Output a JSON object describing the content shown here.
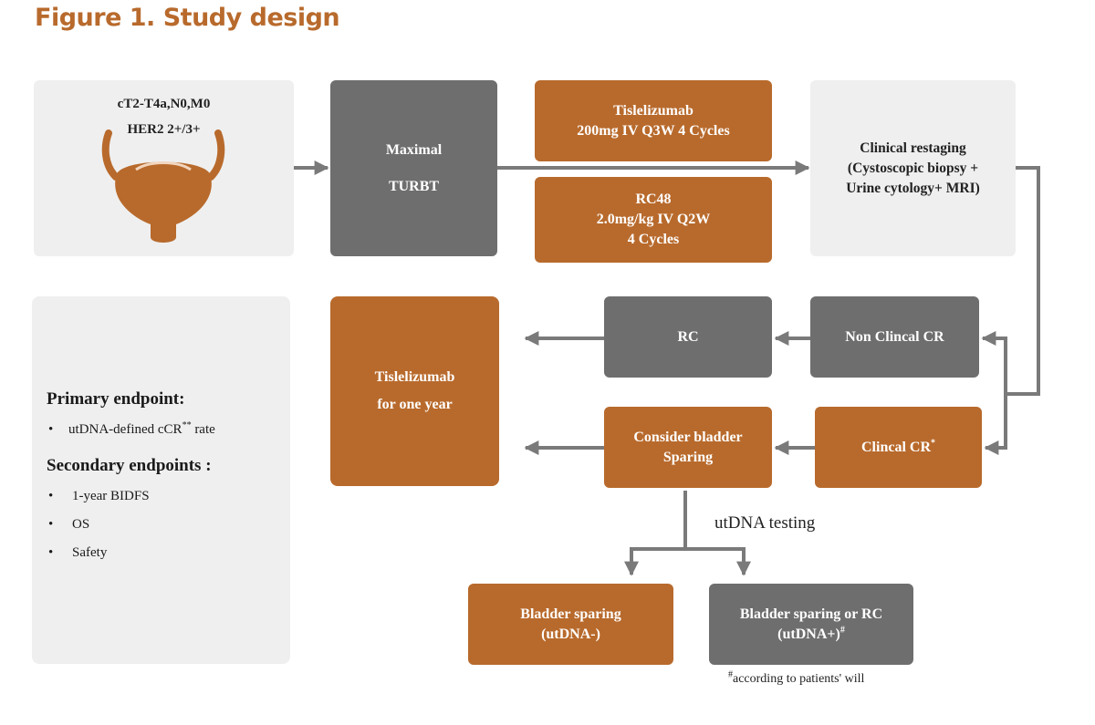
{
  "title": "Figure 1. Study design",
  "patient": {
    "line1": "cT2-T4a,N0,M0",
    "line2": "HER2 2+/3+"
  },
  "turbt": {
    "line1": "Maximal",
    "line2": "TURBT"
  },
  "drug1": {
    "line1": "Tislelizumab",
    "line2": "200mg IV  Q3W 4 Cycles"
  },
  "drug2": {
    "line1": "RC48",
    "line2": "2.0mg/kg IV Q2W",
    "line3": "4 Cycles"
  },
  "restaging": {
    "line1": "Clinical restaging",
    "line2": "(Cystoscopic biopsy +",
    "line3": "Urine cytology+ MRI)"
  },
  "non_ccr": "Non Clincal CR",
  "rc": "RC",
  "ccr": {
    "label": "Clincal CR",
    "mark": "*"
  },
  "consider": {
    "line1": "Consider bladder",
    "line2": "Sparing"
  },
  "maintenance": {
    "line1": "Tislelizumab",
    "line2": "for one year"
  },
  "utdna_testing": "utDNA testing",
  "sparing_neg": {
    "line1": "Bladder sparing",
    "line2": "(utDNA-)"
  },
  "sparing_pos": {
    "line1": "Bladder sparing or RC",
    "line2": "(utDNA+)",
    "mark": "#"
  },
  "footnote": {
    "mark": "#",
    "text": "according to patients' will"
  },
  "endpoints": {
    "primary_heading": "Primary endpoint:",
    "primary_items": [
      {
        "bullet": "•",
        "text": "utDNA-defined cCR",
        "mark": "**",
        "suffix": " rate"
      }
    ],
    "secondary_heading": "Secondary endpoints :",
    "secondary_items": [
      {
        "bullet": "•",
        "text": "1-year BIDFS"
      },
      {
        "bullet": "•",
        "text": "OS"
      },
      {
        "bullet": "•",
        "text": "Safety"
      }
    ]
  },
  "colors": {
    "orange": "#b86a2c",
    "gray": "#6e6e6e",
    "light": "#efefef",
    "arrow": "#7a7a7a"
  }
}
